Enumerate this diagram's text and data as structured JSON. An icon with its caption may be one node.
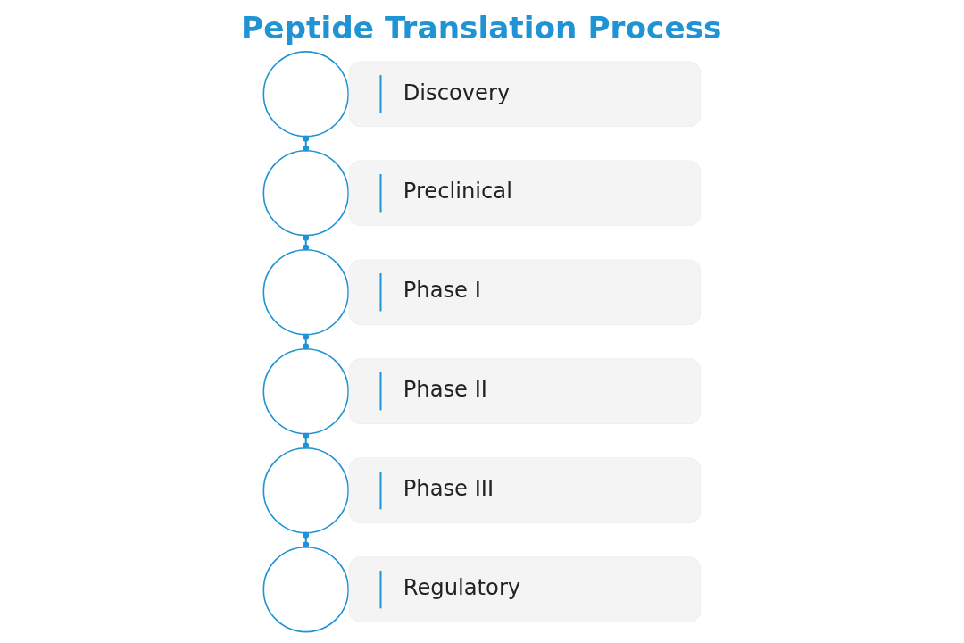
{
  "diagram": {
    "title": "Peptide Translation Process",
    "nodes": [
      {
        "text": [],
        "shape": "circle"
      },
      {
        "text": [
          "Discovery"
        ]
      },
      {
        "text": [],
        "shape": "circle"
      },
      {
        "text": [
          "Preclinical"
        ]
      },
      {
        "text": [],
        "shape": "circle"
      },
      {
        "text": [
          "Phase I"
        ]
      },
      {
        "text": [],
        "shape": "circle"
      },
      {
        "text": [
          "Phase II"
        ]
      },
      {
        "text": [],
        "shape": "circle"
      },
      {
        "text": [
          "Phase III"
        ]
      },
      {
        "text": [],
        "shape": "circle"
      },
      {
        "text": [
          "Regulatory"
        ]
      }
    ],
    "edges": [
      {
        "from": 0,
        "to": 2,
        "arrow": "other"
      },
      {
        "from": 2,
        "to": 4,
        "arrow": "other"
      },
      {
        "from": 4,
        "to": 6,
        "arrow": "other"
      },
      {
        "from": 6,
        "to": 8,
        "arrow": "other"
      },
      {
        "from": 8,
        "to": 10,
        "arrow": "other"
      }
    ]
  }
}
